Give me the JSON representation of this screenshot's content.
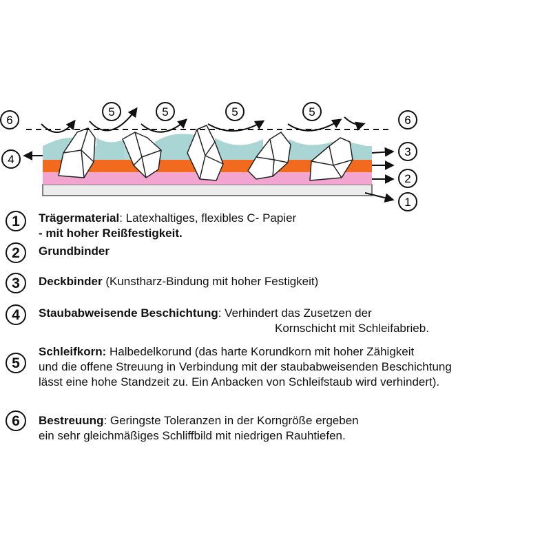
{
  "diagram": {
    "callout_labels": [
      "6",
      "5",
      "5",
      "5",
      "5",
      "6",
      "4",
      "3",
      "2",
      "1"
    ],
    "layer_colors": {
      "coating": "#a9d6d4",
      "top_binder": "#f26a1e",
      "base_binder": "#f2a6cf",
      "backing": "#ececec",
      "grain": "#ffffff"
    }
  },
  "legend": [
    {
      "num": "1",
      "title": "Trägermaterial",
      "line1": ": Latexhaltiges, flexibles C- Papier",
      "line2": "- mit hoher Reißfestigkeit."
    },
    {
      "num": "2",
      "title": "Grundbinder"
    },
    {
      "num": "3",
      "title": "Deckbinder",
      "line1": " (Kunstharz-Bindung mit hoher Festigkeit)"
    },
    {
      "num": "4",
      "title": "Staubabweisende Beschichtung",
      "line1": ": Verhindert das Zusetzen der",
      "line2": "Kornschicht mit Schleifabrieb."
    },
    {
      "num": "5",
      "title": "Schleifkorn:",
      "line1": " Halbedelkorund (das harte Korundkorn mit hoher Zähigkeit",
      "line2": "und die offene Streuung in Verbindung mit der staubabweisenden Beschichtung",
      "line3": "lässt eine hohe Standzeit zu.   Ein  Anbacken von Schleifstaub wird verhindert)."
    },
    {
      "num": "6",
      "title": "Bestreuung",
      "line1": ": Geringste Toleranzen in der Korngröße ergeben",
      "line2": "ein sehr gleichmäßiges Schliffbild mit niedrigen Rauhtiefen."
    }
  ]
}
